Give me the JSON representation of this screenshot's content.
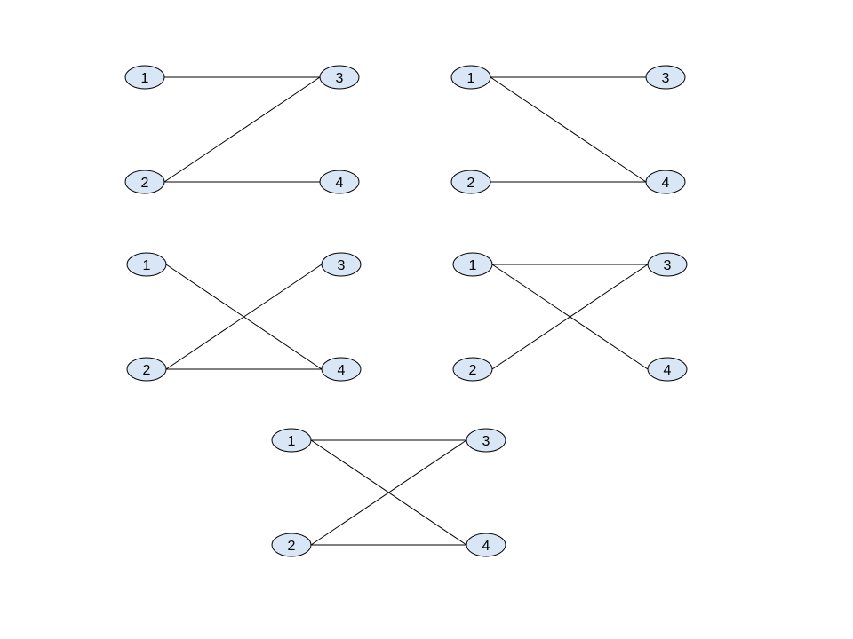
{
  "colors": {
    "node_fill": "#d9e6f5",
    "node_stroke": "#000000",
    "edge_stroke": "#000000",
    "background": "#ffffff"
  },
  "graphs": [
    {
      "name": "graph-1",
      "nodes": [
        "1",
        "2",
        "3",
        "4"
      ],
      "edges": [
        [
          "1",
          "3"
        ],
        [
          "2",
          "3"
        ],
        [
          "2",
          "4"
        ]
      ]
    },
    {
      "name": "graph-2",
      "nodes": [
        "1",
        "2",
        "3",
        "4"
      ],
      "edges": [
        [
          "1",
          "3"
        ],
        [
          "1",
          "4"
        ],
        [
          "2",
          "4"
        ]
      ]
    },
    {
      "name": "graph-3",
      "nodes": [
        "1",
        "2",
        "3",
        "4"
      ],
      "edges": [
        [
          "1",
          "4"
        ],
        [
          "2",
          "3"
        ],
        [
          "2",
          "4"
        ]
      ]
    },
    {
      "name": "graph-4",
      "nodes": [
        "1",
        "2",
        "3",
        "4"
      ],
      "edges": [
        [
          "1",
          "3"
        ],
        [
          "1",
          "4"
        ],
        [
          "2",
          "3"
        ]
      ]
    },
    {
      "name": "graph-5",
      "nodes": [
        "1",
        "2",
        "3",
        "4"
      ],
      "edges": [
        [
          "1",
          "3"
        ],
        [
          "1",
          "4"
        ],
        [
          "2",
          "3"
        ],
        [
          "2",
          "4"
        ]
      ]
    }
  ]
}
